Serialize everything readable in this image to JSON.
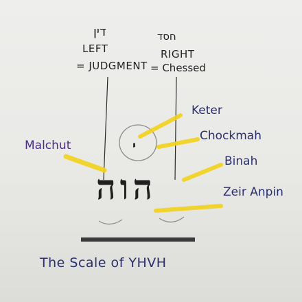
{
  "labels": {
    "left_hebrew": "דין",
    "left_line1": "LEFT",
    "left_line2": "= JUDGMENT",
    "right_hebrew": "חסד",
    "right_line1": "RIGHT",
    "right_line2": "= Chessed",
    "keter": "Keter",
    "chokmah": "Chockmah",
    "binah": "Binah",
    "zeir_anpin": "Zeir Anpin",
    "malchut": "Malchut",
    "yod": "י",
    "hebrew_main": "הוה",
    "caption": "The Scale of YHVH"
  },
  "colors": {
    "highlight": "#f2d21b",
    "blue_ink": "#2b2f6e",
    "purple_ink": "#4b2c86",
    "pencil": "#777777"
  }
}
